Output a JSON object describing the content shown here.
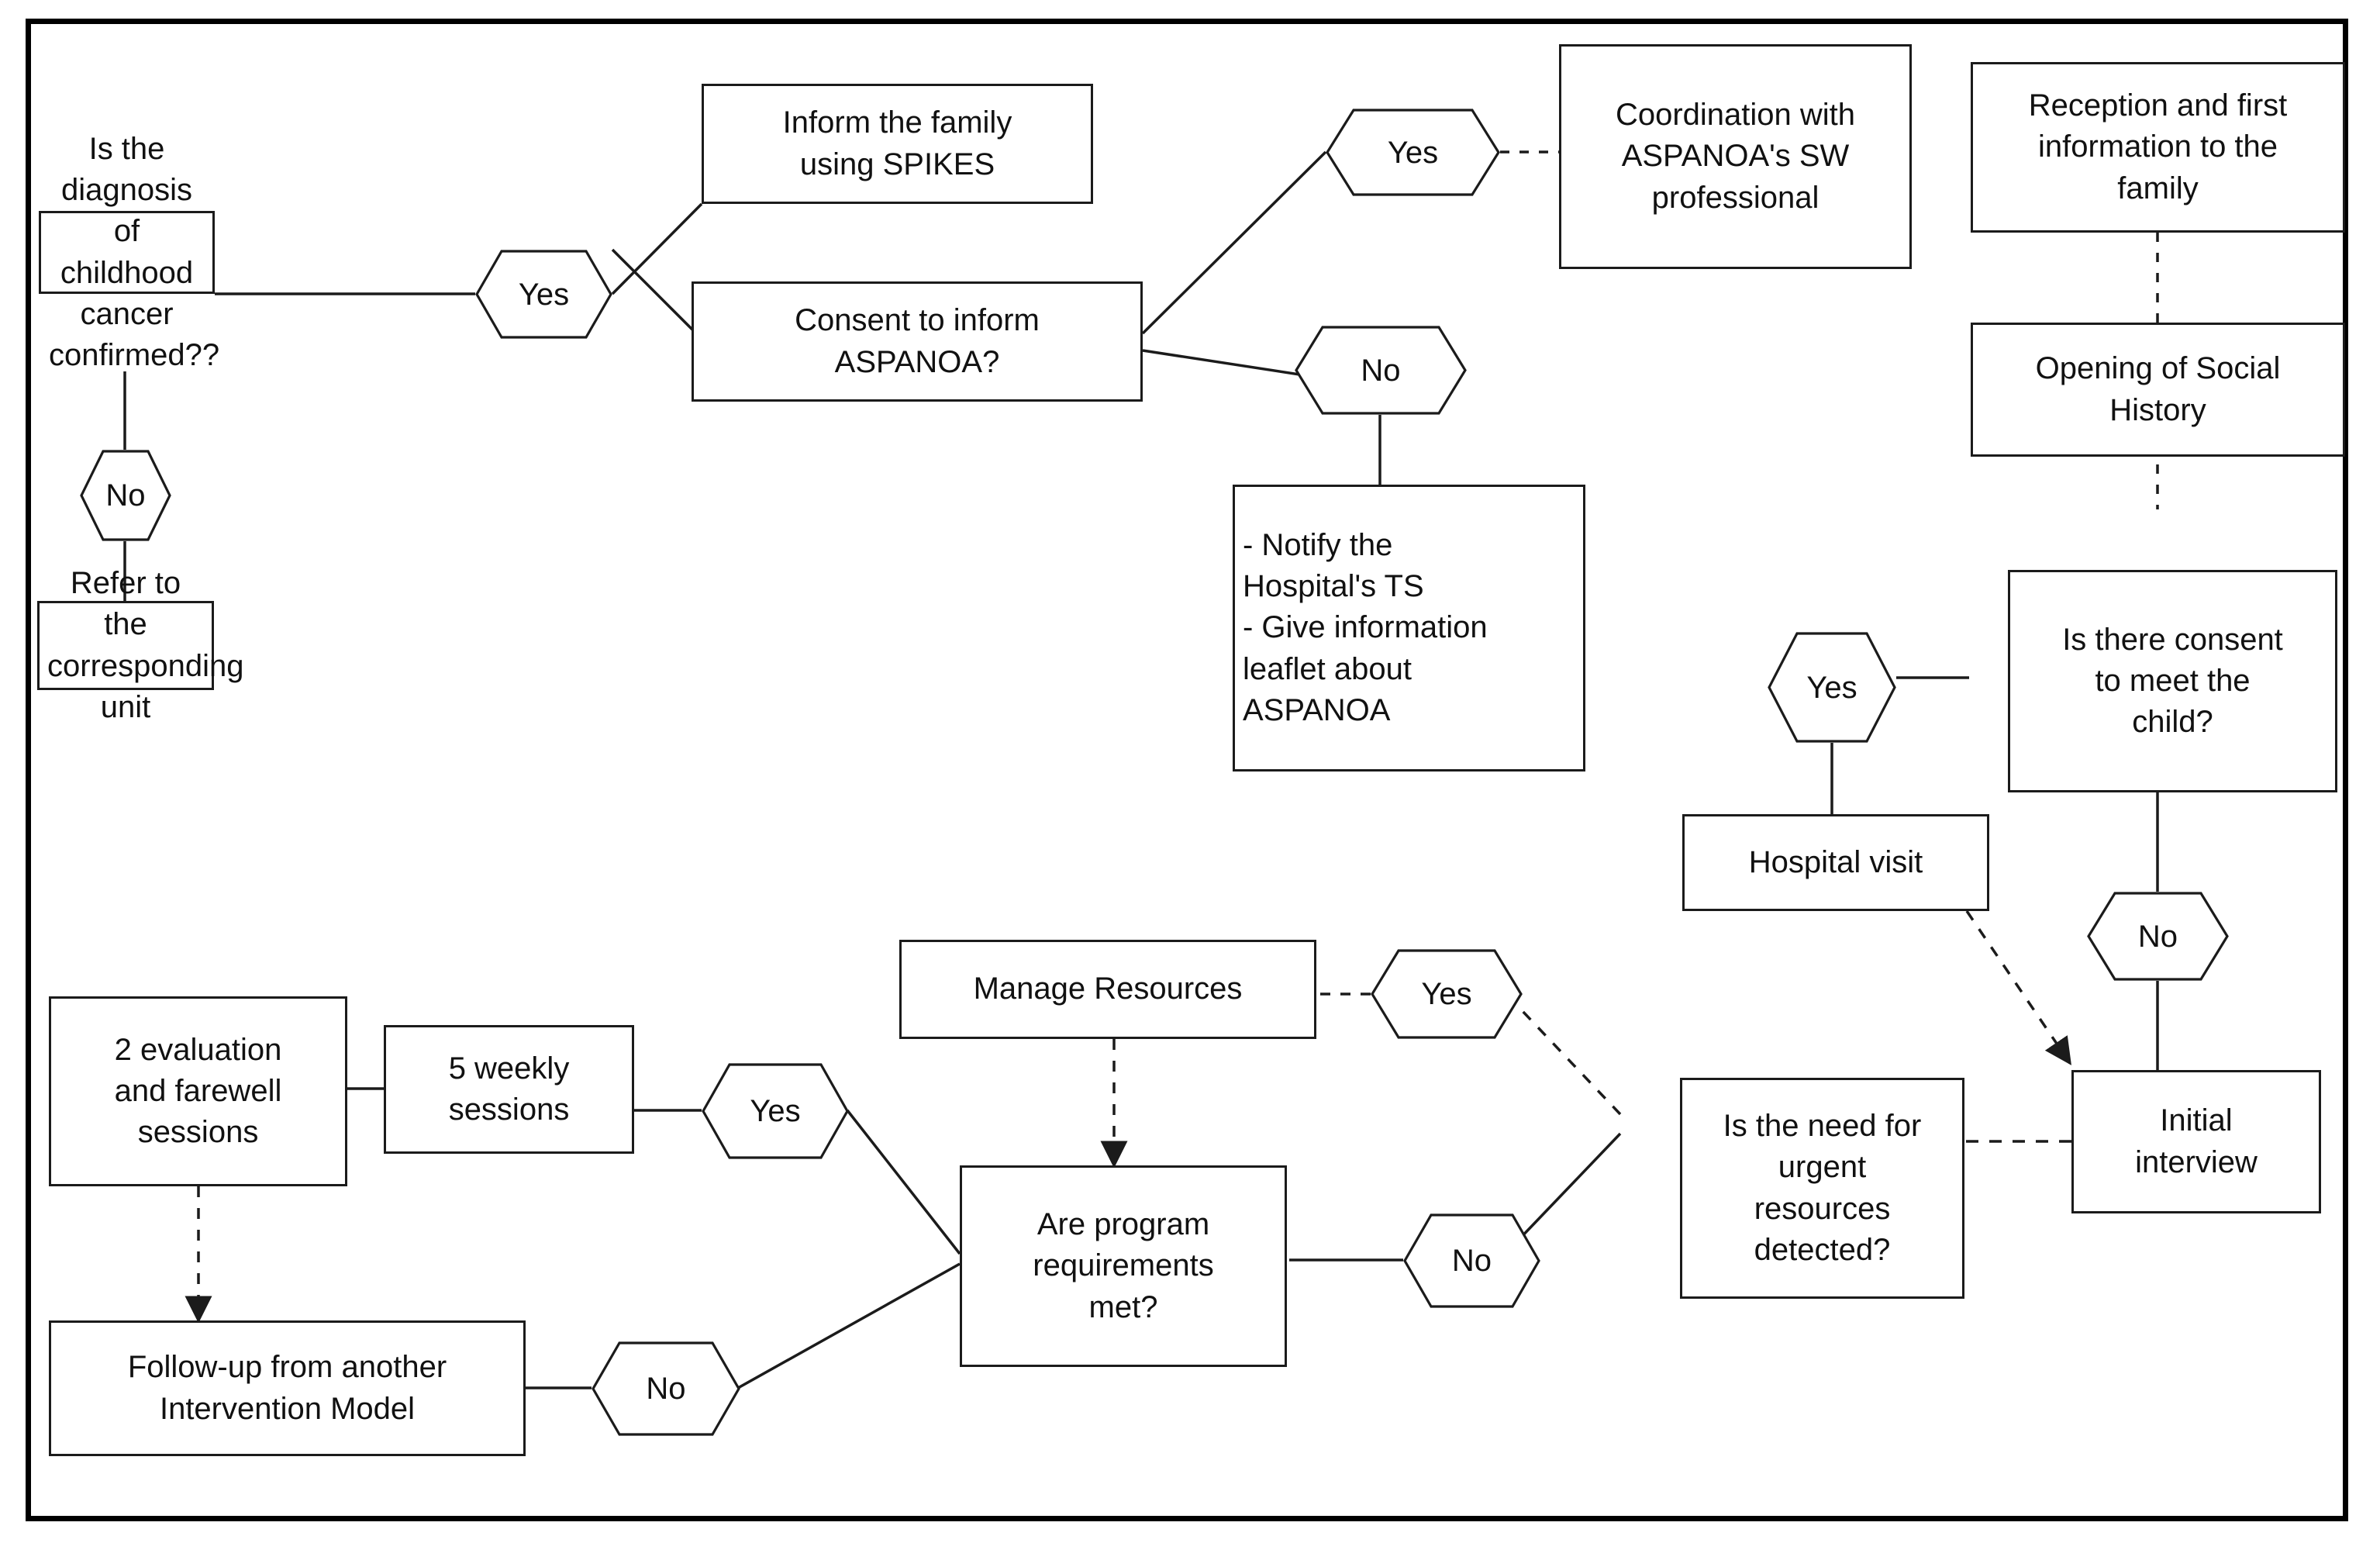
{
  "diagram": {
    "title": "Childhood cancer social work intervention flowchart",
    "border_color": "#000000",
    "node_stroke": "#1b1b1b",
    "text_color": "#111111",
    "background": "#ffffff"
  },
  "nodes": {
    "diagnosis_question": {
      "label": "Is the diagnosis of\nchildhood cancer\nconfirmed??",
      "shape": "box"
    },
    "diag_yes": {
      "label": "Yes",
      "shape": "hexagon"
    },
    "diag_no": {
      "label": "No",
      "shape": "hexagon"
    },
    "refer_unit": {
      "label": "Refer to the\ncorresponding\nunit",
      "shape": "box"
    },
    "inform_family": {
      "label": "Inform the family\nusing SPIKES",
      "shape": "box"
    },
    "consent_aspanoa": {
      "label": "Consent to inform\nASPANOA?",
      "shape": "box"
    },
    "consent_yes": {
      "label": "Yes",
      "shape": "hexagon"
    },
    "consent_no": {
      "label": "No",
      "shape": "hexagon"
    },
    "coordination_sw": {
      "label": "Coordination with\nASPANOA's SW\nprofessional",
      "shape": "box"
    },
    "reception_family": {
      "label": "Reception and first\ninformation to the\nfamily",
      "shape": "box"
    },
    "notify_ts": {
      "label": "- Notify the\nHospital's TS\n- Give information\nleaflet about\nASPANOA",
      "shape": "box",
      "align": "left"
    },
    "social_history": {
      "label": "Opening of Social\nHistory",
      "shape": "box"
    },
    "consent_meet_child": {
      "label": "Is there consent\nto meet the\nchild?",
      "shape": "box"
    },
    "meet_yes": {
      "label": "Yes",
      "shape": "hexagon"
    },
    "meet_no": {
      "label": "No",
      "shape": "hexagon"
    },
    "hospital_visit": {
      "label": "Hospital visit",
      "shape": "box"
    },
    "initial_interview": {
      "label": "Initial\ninterview",
      "shape": "box"
    },
    "urgent_resources": {
      "label": "Is the need for\nurgent\nresources\ndetected?",
      "shape": "box"
    },
    "urgent_yes": {
      "label": "Yes",
      "shape": "hexagon"
    },
    "urgent_no": {
      "label": "No",
      "shape": "hexagon"
    },
    "manage_resources": {
      "label": "Manage Resources",
      "shape": "box"
    },
    "program_requirements": {
      "label": "Are program\nrequirements\nmet?",
      "shape": "box"
    },
    "prog_yes": {
      "label": "Yes",
      "shape": "hexagon"
    },
    "prog_no": {
      "label": "No",
      "shape": "hexagon"
    },
    "weekly_sessions": {
      "label": "5 weekly\nsessions",
      "shape": "box"
    },
    "evaluation_sessions": {
      "label": "2 evaluation\nand farewell\nsessions",
      "shape": "box"
    },
    "followup_model": {
      "label": "Follow-up from another\nIntervention Model",
      "shape": "box"
    }
  },
  "edges": [
    {
      "from": "diagnosis_question",
      "to": "diag_yes",
      "style": "solid"
    },
    {
      "from": "diagnosis_question",
      "to": "diag_no",
      "style": "solid"
    },
    {
      "from": "diag_no",
      "to": "refer_unit",
      "style": "solid"
    },
    {
      "from": "diag_yes",
      "to": "inform_family",
      "style": "solid"
    },
    {
      "from": "diag_yes",
      "to": "consent_aspanoa",
      "style": "solid"
    },
    {
      "from": "consent_aspanoa",
      "to": "consent_yes",
      "style": "solid"
    },
    {
      "from": "consent_aspanoa",
      "to": "consent_no",
      "style": "solid"
    },
    {
      "from": "consent_yes",
      "to": "coordination_sw",
      "style": "dashed"
    },
    {
      "from": "consent_no",
      "to": "notify_ts",
      "style": "solid"
    },
    {
      "from": "coordination_sw",
      "to": "reception_family",
      "style": "solid"
    },
    {
      "from": "reception_family",
      "to": "social_history",
      "style": "dashed"
    },
    {
      "from": "social_history",
      "to": "consent_meet_child",
      "style": "dashed"
    },
    {
      "from": "consent_meet_child",
      "to": "meet_yes",
      "style": "solid"
    },
    {
      "from": "consent_meet_child",
      "to": "meet_no",
      "style": "solid"
    },
    {
      "from": "meet_yes",
      "to": "hospital_visit",
      "style": "solid"
    },
    {
      "from": "meet_no",
      "to": "initial_interview",
      "style": "solid"
    },
    {
      "from": "hospital_visit",
      "to": "initial_interview",
      "style": "dashed-arrow"
    },
    {
      "from": "initial_interview",
      "to": "urgent_resources",
      "style": "dashed"
    },
    {
      "from": "urgent_resources",
      "to": "urgent_yes",
      "style": "dashed"
    },
    {
      "from": "urgent_resources",
      "to": "urgent_no",
      "style": "solid"
    },
    {
      "from": "urgent_yes",
      "to": "manage_resources",
      "style": "dashed"
    },
    {
      "from": "manage_resources",
      "to": "program_requirements",
      "style": "dashed-arrow"
    },
    {
      "from": "urgent_no",
      "to": "program_requirements",
      "style": "solid"
    },
    {
      "from": "program_requirements",
      "to": "prog_yes",
      "style": "solid"
    },
    {
      "from": "program_requirements",
      "to": "prog_no",
      "style": "solid"
    },
    {
      "from": "prog_yes",
      "to": "weekly_sessions",
      "style": "solid"
    },
    {
      "from": "prog_no",
      "to": "followup_model",
      "style": "solid"
    },
    {
      "from": "weekly_sessions",
      "to": "evaluation_sessions",
      "style": "solid"
    },
    {
      "from": "evaluation_sessions",
      "to": "followup_model",
      "style": "dashed-arrow"
    }
  ]
}
